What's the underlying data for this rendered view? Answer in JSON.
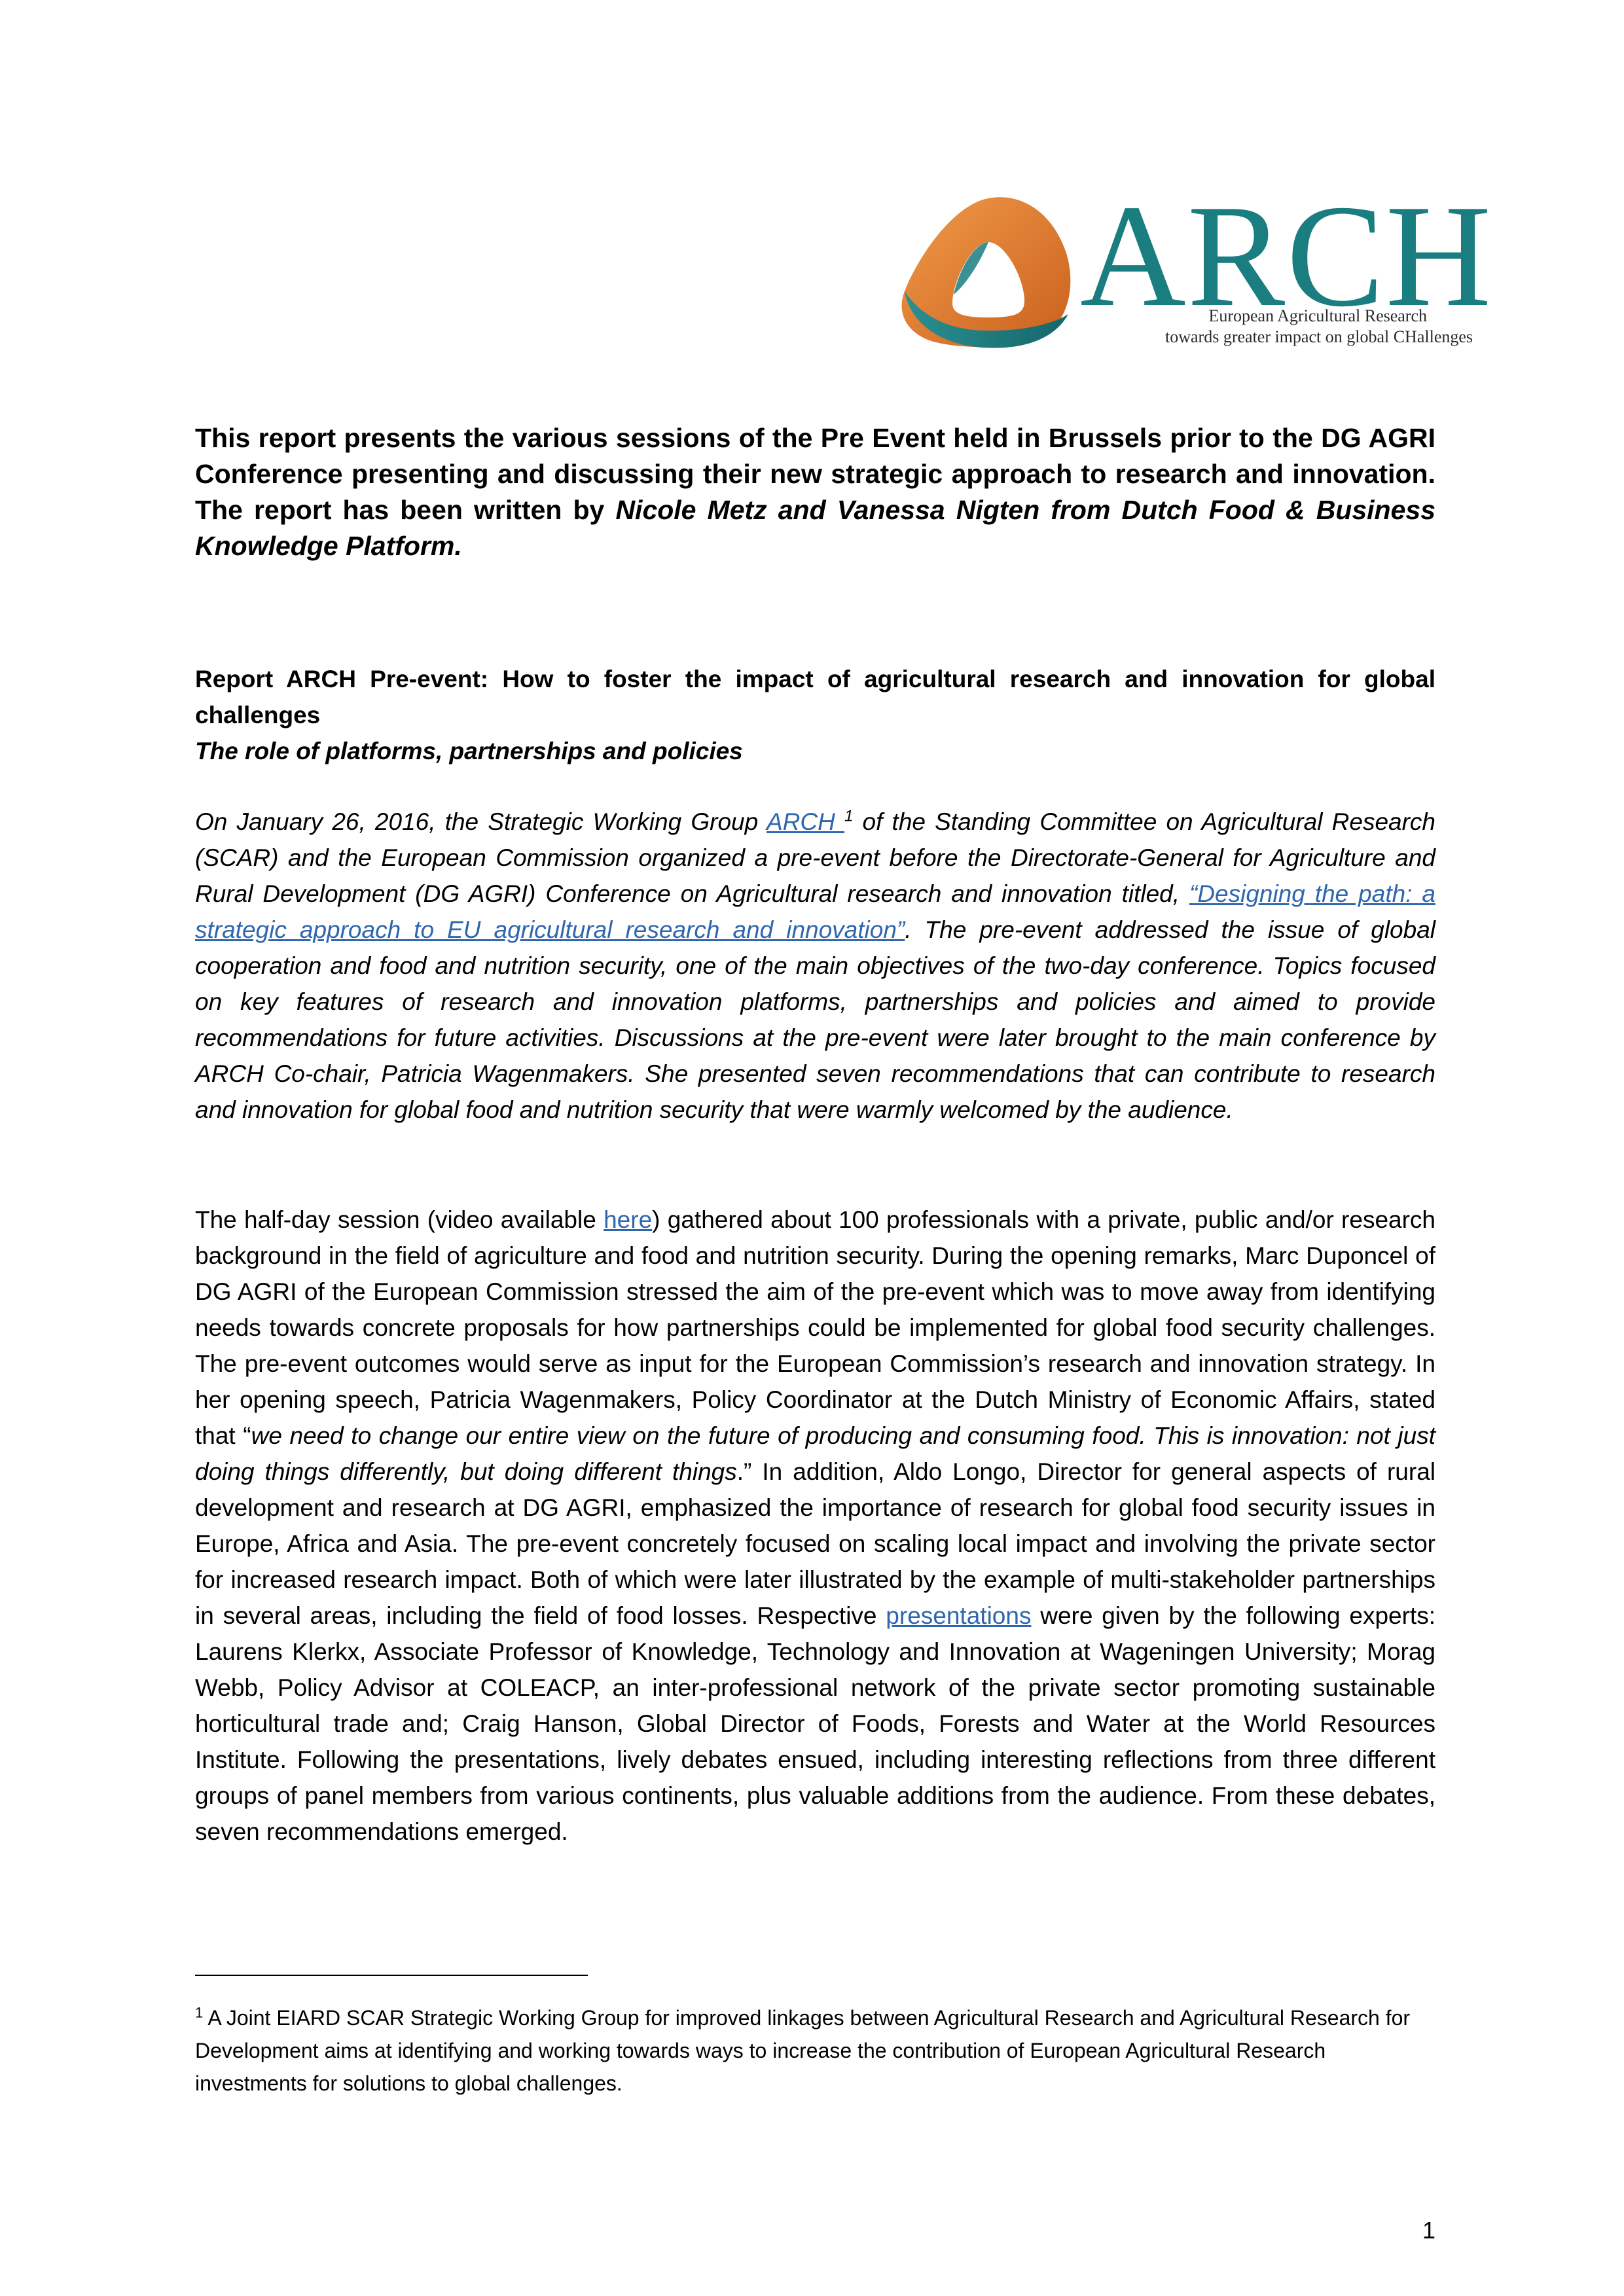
{
  "logo": {
    "name": "ARCH",
    "tagline_line1": "European Agricultural Research",
    "tagline_line2": "towards greater impact on global CHallenges",
    "colors": {
      "orange": "#e47a2d",
      "teal": "#1a7d80"
    }
  },
  "intro": {
    "text": "This report presents the various sessions of the Pre Event held in Brussels prior to the DG AGRI Conference presenting and discussing their new strategic approach to research and innovation. The report has been written by ",
    "authors": "Nicole Metz and Vanessa Nigten from Dutch Food & Business Knowledge Platform."
  },
  "report": {
    "title": "Report ARCH Pre-event: How to foster the impact of agricultural research and innovation for global challenges",
    "subtitle": "The role of platforms, partnerships and policies"
  },
  "paragraph1": {
    "t1": "On January 26, 2016, the Strategic Working Group ",
    "link_arch": "ARCH ",
    "footnote_ref": "1",
    "t2": " of the Standing Committee on Agricultural Research (SCAR) and the European Commission organized a pre-event before the Directorate-General for Agriculture and Rural Development (DG AGRI) Conference on Agricultural research and innovation titled, ",
    "link_title": "“Designing the path: a strategic approach to EU agricultural research and innovation”",
    "t3": ". The pre-event addressed the issue of global cooperation and food and nutrition security, one of the main objectives of the two-day conference. Topics focused on key features of research and innovation platforms, partnerships and policies and aimed to provide recommendations for future activities. Discussions at the pre-event were later brought to the main conference by ARCH Co-chair, Patricia Wagenmakers. She presented seven recommendations that can contribute to research and innovation for global food and nutrition security that were warmly welcomed by the audience."
  },
  "paragraph2": {
    "t1": "The half-day session (video available ",
    "link_here": "here",
    "t2": ") gathered about 100 professionals with a private, public and/or research background in the field of agriculture and food and nutrition security. During the opening remarks, Marc Duponcel of DG AGRI of the European Commission stressed the aim of the pre-event which was to move away from identifying needs towards concrete proposals for how partnerships could be implemented for global food security challenges. The pre-event outcomes would serve as input for the European Commission’s research and innovation strategy. In her opening speech, Patricia Wagenmakers, Policy Coordinator at the Dutch Ministry of Economic Affairs, stated that “",
    "quote": "we need to change our entire view on the future of producing and consuming food. This is innovation: not just doing things differently, but doing different things",
    "t3": ".” In addition, Aldo Longo, Director for general aspects of rural development and research at DG AGRI, emphasized the importance of research for global food security issues in Europe, Africa and Asia. The pre-event concretely focused on scaling local impact and involving the private sector for increased research impact. Both of which were later illustrated by the example of multi-stakeholder partnerships in several areas, including the field of food losses. Respective ",
    "link_presentations": "presentations",
    "t4": " were given by the following experts: Laurens Klerkx, Associate Professor of Knowledge, Technology and Innovation at Wageningen University; Morag Webb, Policy Advisor at COLEACP, an inter-professional network of the private sector promoting sustainable horticultural trade and; Craig Hanson, Global Director of Foods, Forests and Water at the World Resources Institute. Following the presentations, lively debates ensued, including interesting reflections from three different groups of panel members from various continents, plus valuable additions from the audience. From these debates, seven recommendations emerged."
  },
  "footnote": {
    "marker": "1",
    "text": " A Joint EIARD SCAR Strategic Working Group for improved linkages between Agricultural Research and Agricultural Research for Development aims at identifying and working towards ways to increase the contribution of European Agricultural Research investments for solutions to global challenges."
  },
  "page_number": "1",
  "colors": {
    "link": "#2f66b0"
  }
}
